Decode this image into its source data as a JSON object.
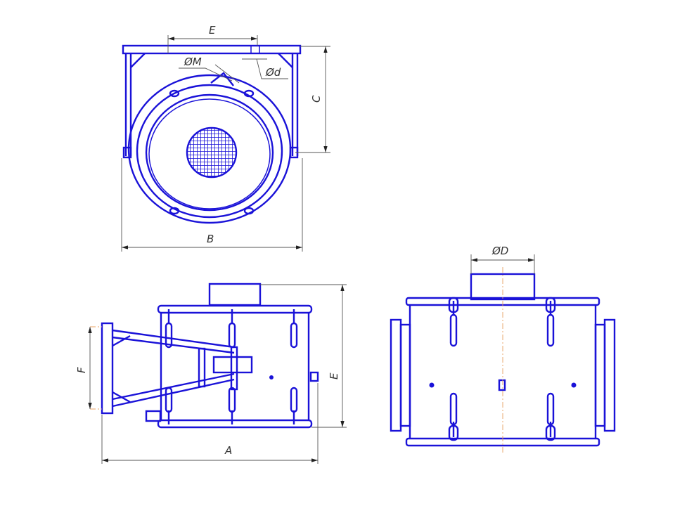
{
  "drawing": {
    "top_view": {
      "dim_E": "E",
      "dim_M": "ØM",
      "dim_d": "Ød",
      "dim_C": "C",
      "dim_B": "B"
    },
    "side_view": {
      "dim_F": "F",
      "dim_E": "E",
      "dim_A": "A"
    },
    "front_view": {
      "dim_D": "ØD"
    },
    "colors": {
      "outline": "#1a12d8",
      "dimension": "#555555",
      "axis": "#e8a060"
    }
  }
}
